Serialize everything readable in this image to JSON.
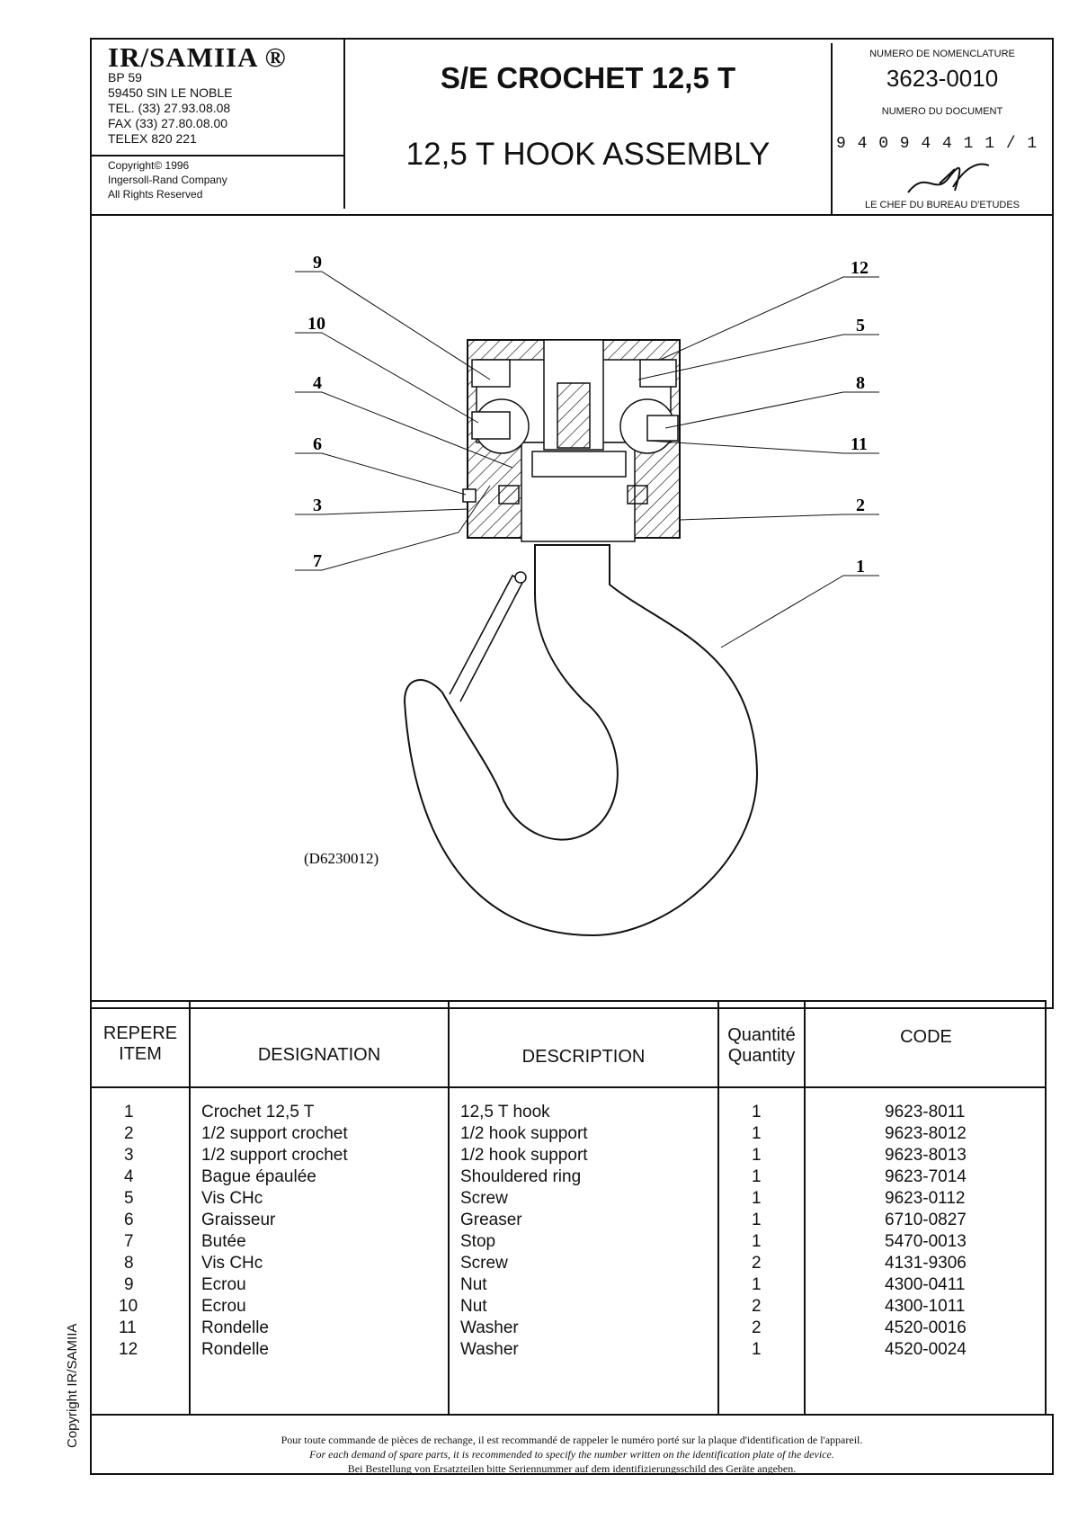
{
  "header": {
    "company_logo": "IR/SAMIIA ®",
    "address": [
      "BP 59",
      "59450 SIN LE NOBLE",
      "TEL. (33) 27.93.08.08",
      "FAX  (33) 27.80.08.00",
      "TELEX 820 221"
    ],
    "copyright": [
      "Copyright© 1996",
      "Ingersoll-Rand Company",
      "All Rights Reserved"
    ],
    "title_fr": "S/E CROCHET 12,5 T",
    "title_en": "12,5 T HOOK ASSEMBLY",
    "nomenclature_label": "NUMERO DE NOMENCLATURE",
    "nomenclature_number": "3623-0010",
    "document_label": "NUMERO DU DOCUMENT",
    "document_number": "9 4 0 9 4 4  1 1 / 1",
    "chef_label": "LE CHEF DU BUREAU D'ETUDES"
  },
  "drawing": {
    "reference": "(D6230012)",
    "callouts_left": [
      "9",
      "10",
      "4",
      "6",
      "3",
      "7"
    ],
    "callouts_right": [
      "12",
      "5",
      "8",
      "11",
      "2",
      "1"
    ]
  },
  "table": {
    "headers": {
      "item_fr": "REPERE",
      "item_en": "ITEM",
      "designation": "DESIGNATION",
      "description": "DESCRIPTION",
      "qty_fr": "Quantité",
      "qty_en": "Quantity",
      "code": "CODE"
    },
    "rows": [
      {
        "item": "1",
        "designation": "Crochet 12,5 T",
        "description": "12,5 T hook",
        "qty": "1",
        "code": "9623-8011"
      },
      {
        "item": "2",
        "designation": "1/2 support crochet",
        "description": "1/2 hook support",
        "qty": "1",
        "code": "9623-8012"
      },
      {
        "item": "3",
        "designation": "1/2 support crochet",
        "description": "1/2 hook support",
        "qty": "1",
        "code": "9623-8013"
      },
      {
        "item": "4",
        "designation": "Bague épaulée",
        "description": "Shouldered ring",
        "qty": "1",
        "code": "9623-7014"
      },
      {
        "item": "5",
        "designation": "Vis CHc",
        "description": "Screw",
        "qty": "1",
        "code": "9623-0112"
      },
      {
        "item": "6",
        "designation": "Graisseur",
        "description": "Greaser",
        "qty": "1",
        "code": "6710-0827"
      },
      {
        "item": "7",
        "designation": "Butée",
        "description": "Stop",
        "qty": "1",
        "code": "5470-0013"
      },
      {
        "item": "8",
        "designation": "Vis CHc",
        "description": "Screw",
        "qty": "2",
        "code": "4131-9306"
      },
      {
        "item": "9",
        "designation": "Ecrou",
        "description": "Nut",
        "qty": "1",
        "code": "4300-0411"
      },
      {
        "item": "10",
        "designation": "Ecrou",
        "description": "Nut",
        "qty": "2",
        "code": "4300-1011"
      },
      {
        "item": "11",
        "designation": "Rondelle",
        "description": "Washer",
        "qty": "2",
        "code": "4520-0016"
      },
      {
        "item": "12",
        "designation": "Rondelle",
        "description": "Washer",
        "qty": "1",
        "code": "4520-0024"
      }
    ]
  },
  "footer": {
    "line_fr": "Pour toute commande de pièces de rechange, il est recommandé de rappeler le numéro porté sur la plaque d'identification de l'appareil.",
    "line_en": "For each demand of spare parts, it is recommended to specify the number written on the identification plate of the device.",
    "line_de": "Bei Bestellung von Ersatzteilen bitte Seriennummer auf dem identifizierungsschild des Geräte angeben."
  },
  "side_text": "Copyright IR/SAMIIA"
}
